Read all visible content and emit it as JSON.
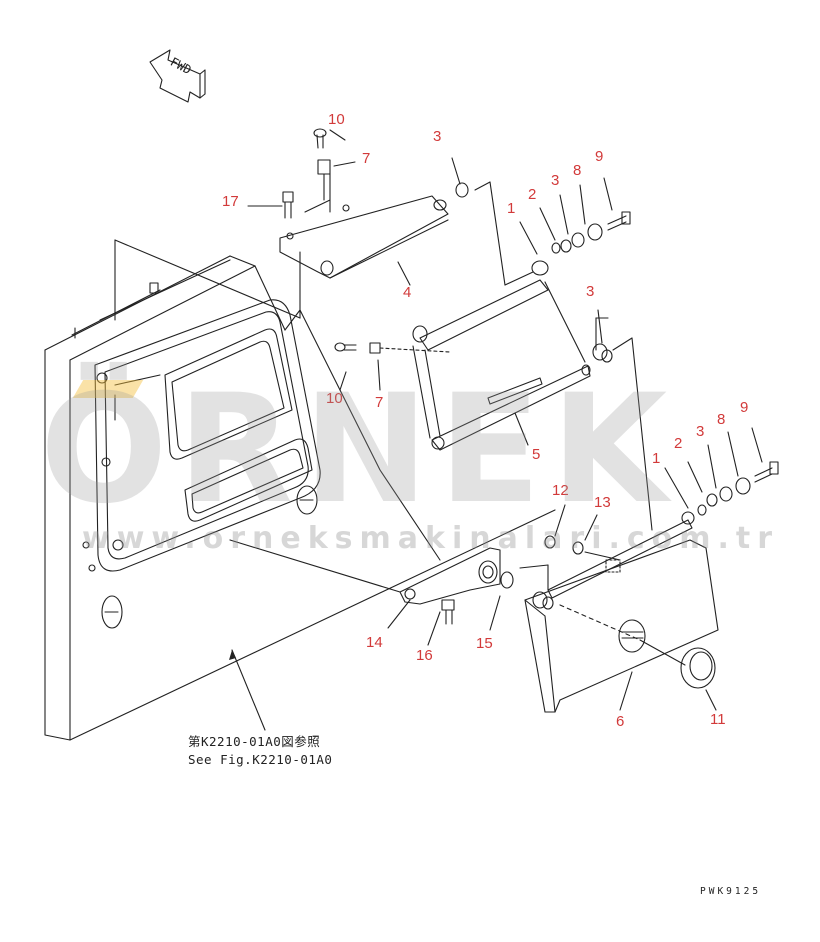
{
  "diagram": {
    "fwd_label": "FWD",
    "reference": {
      "line1": "第K2210-01A0図参照",
      "line2": "See Fig.K2210-01A0"
    },
    "drawing_code": "PWK9125",
    "watermark": {
      "brand": "ÖRNEK",
      "url": "www.orneksmakinalari.com.tr"
    },
    "callouts": [
      "10",
      "7",
      "17",
      "3",
      "4",
      "1",
      "2",
      "3",
      "8",
      "9",
      "10",
      "7",
      "5",
      "3",
      "1",
      "2",
      "3",
      "8",
      "9",
      "12",
      "13",
      "14",
      "16",
      "15",
      "6",
      "11"
    ],
    "colors": {
      "callout": "#d23a3a",
      "linework": "#222222",
      "watermark": "#9a9a9a"
    }
  }
}
